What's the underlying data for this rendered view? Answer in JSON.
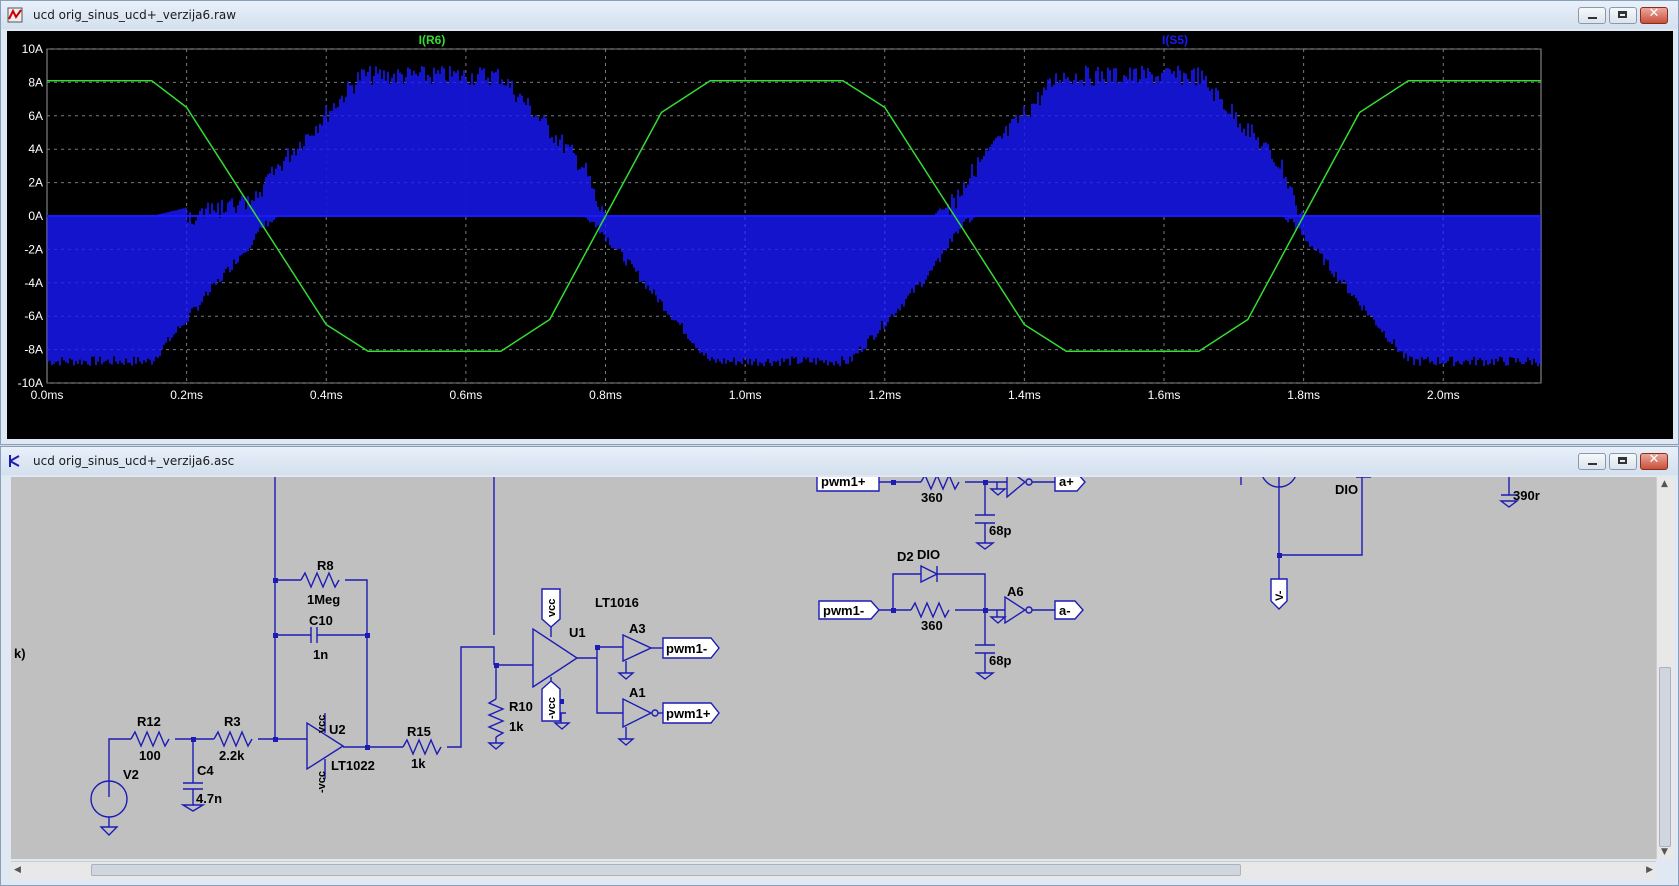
{
  "waveform_window": {
    "title": "ucd orig_sinus_ucd+_verzija6.raw",
    "trace_labels": {
      "green": "I(R6)",
      "blue": "I(S5)"
    },
    "y_ticks": [
      "10A",
      "8A",
      "6A",
      "4A",
      "2A",
      "0A",
      "-2A",
      "-4A",
      "-6A",
      "-8A",
      "-10A"
    ],
    "x_ticks": [
      "0.0ms",
      "0.2ms",
      "0.4ms",
      "0.6ms",
      "0.8ms",
      "1.0ms",
      "1.2ms",
      "1.4ms",
      "1.6ms",
      "1.8ms",
      "2.0ms"
    ]
  },
  "schematic_window": {
    "title": "ucd orig_sinus_ucd+_verzija6.asc",
    "labels": {
      "r8": "R8",
      "r8_val": "1Meg",
      "c10": "C10",
      "c10_val": "1n",
      "r12": "R12",
      "r12_val": "100",
      "r3": "R3",
      "r3_val": "2.2k",
      "c4": "C4",
      "c4_val": "4.7n",
      "v2": "V2",
      "u2": "U2",
      "u2_model": "LT1022",
      "vcc_u2": "vcc",
      "nvcc_u2": "-vcc",
      "r15": "R15",
      "r15_val": "1k",
      "r10": "R10",
      "r10_val": "1k",
      "u1": "U1",
      "u1_model": "LT1016",
      "vcc_u1": "vcc",
      "nvcc_u1": "-vcc",
      "a3": "A3",
      "a1": "A1",
      "pwm1_minus_out": "pwm1-",
      "pwm1_plus_out": "pwm1+",
      "pwm1_plus_in": "pwm1+",
      "r_top": "360",
      "c_top": "68p",
      "a_plus": "a+",
      "d2": "D2",
      "dio": "DIO",
      "pwm1_minus_in": "pwm1-",
      "r_bot": "360",
      "a6": "A6",
      "a_minus": "a-",
      "c_bot": "68p",
      "dio_right": "DIO",
      "v_minus": "V-",
      "c_right": "390r",
      "left_k": "k)"
    }
  },
  "colors": {
    "green_trace": "#33dd33",
    "blue_trace": "#1a1aff",
    "wire": "#1c1cb4",
    "grid": "#7a7a7a"
  },
  "chart_data": {
    "type": "line",
    "xlabel": "",
    "ylabel": "",
    "x_unit": "ms",
    "xlim": [
      0,
      2.14
    ],
    "ylim": [
      -10,
      10
    ],
    "grid": true,
    "series": [
      {
        "name": "I(R6)",
        "color": "#33dd33",
        "x": [
          0,
          0.15,
          0.2,
          0.3,
          0.4,
          0.46,
          0.55,
          0.65,
          0.72,
          0.8,
          0.88,
          0.95,
          1.05,
          1.14,
          1.2,
          1.3,
          1.4,
          1.46,
          1.55,
          1.65,
          1.72,
          1.8,
          1.88,
          1.95,
          2.05,
          2.14
        ],
        "y": [
          8.1,
          8.1,
          6.5,
          0,
          -6.5,
          -8.1,
          -8.1,
          -8.1,
          -6.2,
          0,
          6.2,
          8.1,
          8.1,
          8.1,
          6.5,
          0,
          -6.5,
          -8.1,
          -8.1,
          -8.1,
          -6.2,
          0,
          6.2,
          8.1,
          8.1,
          8.1
        ]
      },
      {
        "name": "I(S5)",
        "color": "#1a1aff",
        "x": [
          0,
          0.15,
          0.3,
          0.33,
          0.45,
          0.65,
          0.77,
          0.8,
          0.95,
          1.15,
          1.27,
          1.3,
          1.33,
          1.45,
          1.65,
          1.77,
          1.8,
          1.95,
          2.14
        ],
        "y_upper": [
          0,
          0,
          1.5,
          3.5,
          9,
          9,
          3.5,
          0,
          0,
          0,
          0,
          1.5,
          3.5,
          9,
          9,
          3.5,
          0,
          0,
          0
        ],
        "y_lower": [
          -9,
          -9,
          -1.5,
          0,
          0,
          0,
          0,
          -1.5,
          -9,
          -9,
          -3.5,
          -1.5,
          0,
          0,
          0,
          0,
          -1.5,
          -9,
          -9
        ]
      }
    ]
  }
}
